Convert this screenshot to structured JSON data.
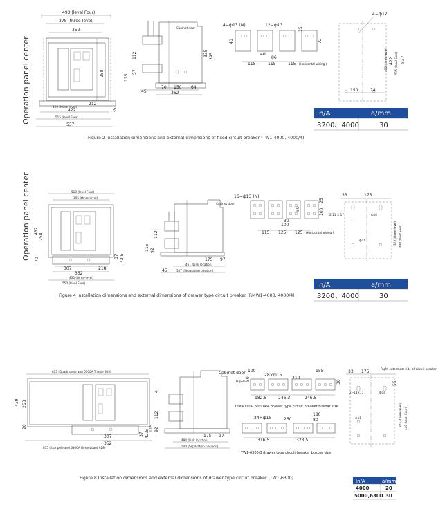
{
  "fig2": {
    "side_label": "Operation panel center",
    "caption": "Figure 2 Installation dimensions and external dimensions of fixed circuit breaker (TW1-4000, 4000/4)",
    "dims": {
      "d493": "493 (level Four)",
      "d378": "378 (three-level)",
      "d352": "352",
      "d258": "258",
      "d212": "212",
      "d400": "400 (three-level)",
      "d422": "422",
      "d515": "515 (level Four)",
      "d537": "537",
      "d35": "35",
      "cabinet_door": "Cabinet door",
      "d112": "112",
      "d57": "57",
      "d115": "115",
      "d45": "45",
      "d70": "70",
      "d150": "150",
      "d64": "64",
      "d362": "362",
      "d395": "395",
      "d335": "335",
      "holes_n": "4−ф13 (N)",
      "holes_12": "12−ф13",
      "d40a": "40",
      "d40b": "40",
      "d86": "86",
      "d15": "15",
      "d72": "72",
      "d115a": "115",
      "d115b": "115",
      "d115c": "115",
      "horiz_wiring": "(Horizontal wiring )",
      "holes_4_12": "4−ф12",
      "d400b": "400 (three-level)",
      "d422b": "422",
      "d515b": "515 (level Four)",
      "d537b": "537",
      "d150b": "150",
      "d74": "74"
    },
    "table": {
      "headers": [
        "In/A",
        "a/mm"
      ],
      "rows": [
        [
          "3200、4000",
          "30"
        ]
      ]
    }
  },
  "fig4": {
    "side_label": "Operation panel center",
    "caption": "Figure 4 Installation dimensions and external dimensions of drawer type circuit breaker (RMW1-4000, 4000/4)",
    "dims": {
      "d510": "510 (level Four)",
      "d395": "395 (three-level)",
      "d432": "432",
      "d258": "258",
      "d70": "70",
      "d307": "307",
      "d218": "218",
      "d352": "352",
      "d435": "435 (three-level)",
      "d550": "550 (level Four)",
      "d37": "37",
      "d425": "42.5",
      "cabinet_door": "Cabinet door",
      "d112": "112",
      "d115": "115",
      "d92": "92",
      "d175": "175",
      "d97": "97",
      "d461": "461 (Link location)",
      "d507": "507 (Separation position)",
      "d45": "45",
      "holes_16": "16−ф13 (N)",
      "d25": "25",
      "d50": "50",
      "d100": "100",
      "d100b": "100",
      "d30": "30",
      "d115a": "115",
      "d125a": "125",
      "d125b": "125",
      "horiz_wiring": "(Horizontal wiring )",
      "d33": "33",
      "d175b": "175",
      "slot": "2-11 × 17",
      "dia14": "ф14",
      "dia11": "ф11",
      "d325": "325 (three-level)",
      "d440": "440 (level Four)"
    },
    "table": {
      "headers": [
        "In/A",
        "a/mm"
      ],
      "rows": [
        [
          "3200、4000",
          "30"
        ]
      ]
    }
  },
  "fig8": {
    "caption": "Figure 8 Installation dimensions and external dimensions of drawer type circuit breaker (TW1-6300)",
    "dims": {
      "d813": "813 (Quadrupole and 6300A Tripole 903)",
      "d439": "439",
      "d258": "258",
      "d20": "20",
      "d307": "307",
      "d352": "352",
      "d835": "835 (four pole and 6300A three board 928)",
      "d4": "4",
      "d37": "37",
      "d425": "42.5",
      "d112": "112",
      "d115": "115",
      "d92": "92",
      "d175": "175",
      "d97": "97",
      "d494": "494 (Link location)",
      "d540": "540 (Separation position)",
      "cabinet_door": "Cabinet door",
      "n_pole": "N-pole",
      "d100": "100",
      "d50": "50",
      "holes_28": "28×ф15",
      "d210": "210",
      "d155": "155",
      "d30": "30",
      "d1825": "182.5",
      "d2463": "246.3",
      "d2465": "246.5",
      "busbar_note1": "In=4000A, 5000A/4 drawer type circuit breaker busbar size",
      "holes_24": "24×ф15",
      "d260": "260",
      "d180": "180",
      "d80": "80",
      "d3165": "316.5",
      "d3235": "323.5",
      "busbar_note2": "TW1-6300/3 drawer type circuit breaker busbar size",
      "right_note": "Right outermost side of circuit breaker",
      "d33": "33",
      "d175b": "175",
      "slot": "2−11×17",
      "dia14": "ф14",
      "dia11": "ф11",
      "d55": "55",
      "d325": "325 (three-level)",
      "d440": "440 (level Four)"
    },
    "table": {
      "headers": [
        "In/A",
        "a/mm"
      ],
      "rows": [
        [
          "4000",
          "20"
        ],
        [
          "5000,6300",
          "30"
        ]
      ]
    }
  }
}
